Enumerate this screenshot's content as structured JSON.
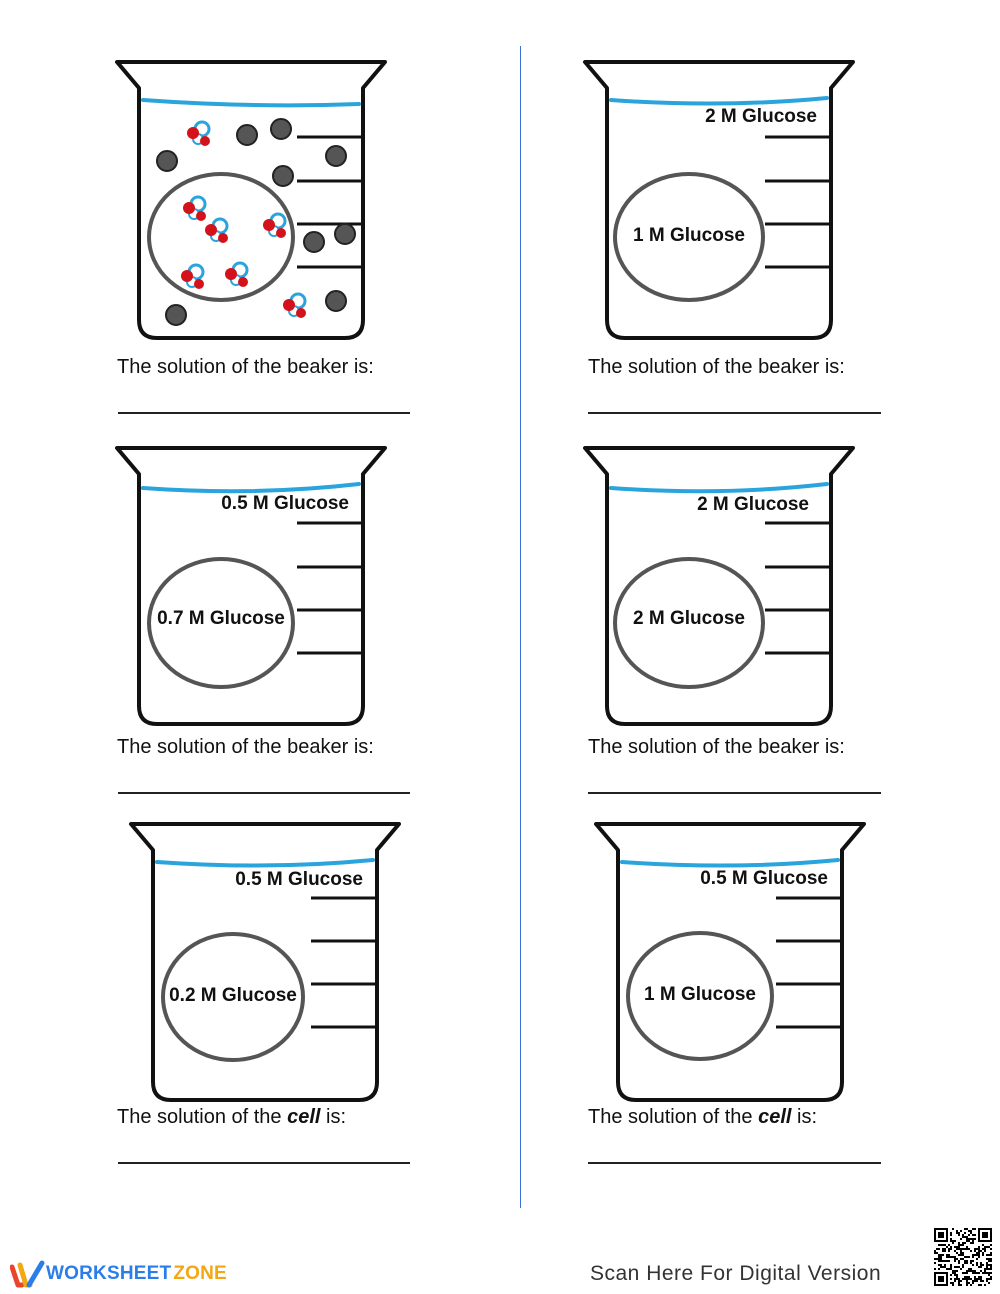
{
  "beakers": [
    {
      "id": "b1",
      "type": "particles",
      "question_prefix": "The solution of the ",
      "question_subject": "beaker",
      "subject_emphasis": false,
      "question_suffix": " is:"
    },
    {
      "id": "b2",
      "type": "labels",
      "outside_label": "2 M Glucose",
      "inside_label": "1 M Glucose",
      "question_prefix": "The solution of the ",
      "question_subject": "beaker",
      "subject_emphasis": false,
      "question_suffix": " is:"
    },
    {
      "id": "b3",
      "type": "labels",
      "outside_label": "0.5 M Glucose",
      "inside_label": "0.7 M Glucose",
      "question_prefix": "The solution of the ",
      "question_subject": "beaker",
      "subject_emphasis": false,
      "question_suffix": " is:"
    },
    {
      "id": "b4",
      "type": "labels",
      "outside_label": "2 M Glucose",
      "inside_label": "2 M Glucose",
      "question_prefix": "The solution of the ",
      "question_subject": "beaker",
      "subject_emphasis": false,
      "question_suffix": " is:"
    },
    {
      "id": "b5",
      "type": "labels",
      "outside_label": "0.5 M Glucose",
      "inside_label": "0.2 M Glucose",
      "question_prefix": "The solution of the ",
      "question_subject": "cell",
      "subject_emphasis": true,
      "question_suffix": " is:"
    },
    {
      "id": "b6",
      "type": "labels",
      "outside_label": "0.5 M Glucose",
      "inside_label": "1 M Glucose",
      "question_prefix": "The solution of the ",
      "question_subject": "cell",
      "subject_emphasis": true,
      "question_suffix": " is:"
    }
  ],
  "footer": {
    "brand_part1": "WORKSHEET",
    "brand_part2": "ZONE",
    "scan_text": "Scan Here For Digital Version"
  },
  "colors": {
    "water_line": "#2aa4dc",
    "divider": "#3b6fd8",
    "membrane": "#555555",
    "oxygen": "#d4121b",
    "hydrogen": "#2aa4dc",
    "solute": "#555555"
  }
}
